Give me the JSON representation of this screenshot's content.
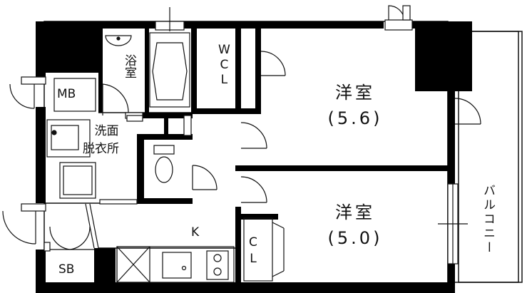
{
  "colors": {
    "wall": "#000000",
    "line": "#111111",
    "fill": "#ffffff"
  },
  "rooms": {
    "bath": {
      "label": "浴室"
    },
    "wic": {
      "label_top": "W",
      "label_mid": "C",
      "label_bot": "L"
    },
    "bedroom1": {
      "label": "洋室",
      "size": "(5.6)"
    },
    "bedroom2": {
      "label": "洋室",
      "size": "(5.0)"
    },
    "mb": {
      "label": "MB"
    },
    "washroom": {
      "label_line1": "洗面",
      "label_line2": "脱衣所"
    },
    "kitchen": {
      "label": "K"
    },
    "cl": {
      "label_top": "C",
      "label_bot": "L"
    },
    "sb": {
      "label": "SB"
    },
    "balcony": {
      "label": "バルコニー"
    }
  }
}
